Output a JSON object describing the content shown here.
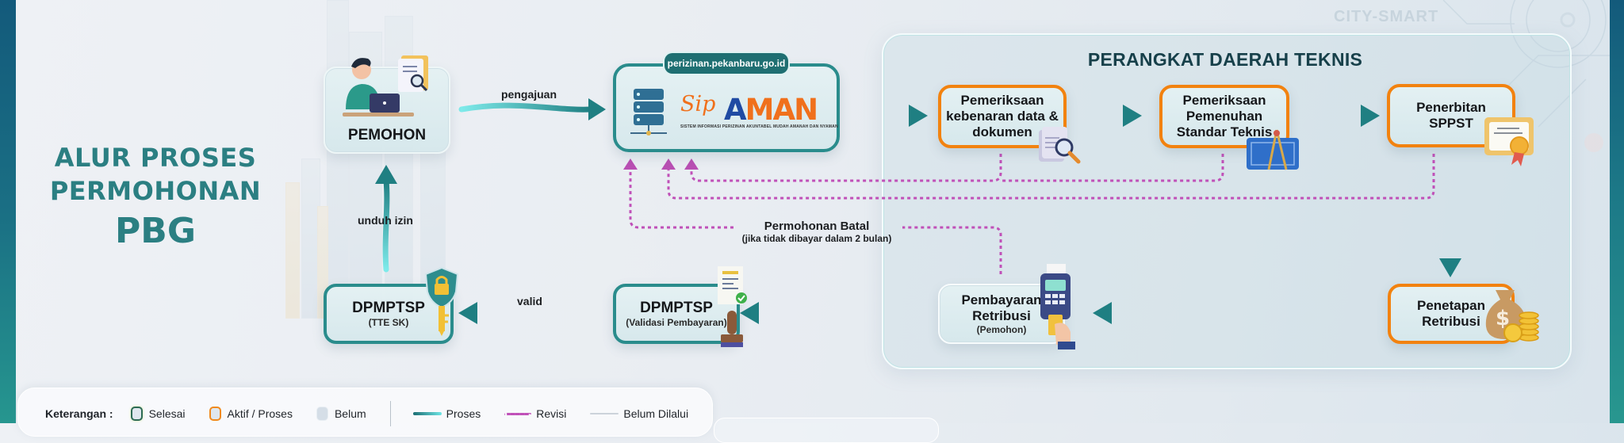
{
  "brand_watermark": "CITY-SMART",
  "title": {
    "line1": "ALUR PROSES",
    "line2": "PERMOHONAN",
    "line3": "PBG"
  },
  "system": {
    "url": "perizinan.pekanbaru.go.id",
    "logo_prefix": "Sip",
    "logo_a": "A",
    "logo_rest": "MAN",
    "logo_subtitle": "SISTEM INFORMASI PERIZINAN AKUNTABEL MUDAH AMANAH DAN NYAMAN"
  },
  "panel": {
    "title": "PERANGKAT DAERAH TEKNIS"
  },
  "nodes": {
    "pemohon": {
      "label": "PEMOHON",
      "status": "selesai"
    },
    "pemeriksaan_data": {
      "line1": "Pemeriksaan",
      "line2": "kebenaran data &",
      "line3": "dokumen",
      "status": "aktif"
    },
    "pemeriksaan_teknis": {
      "line1": "Pemeriksaan",
      "line2": "Pemenuhan",
      "line3": "Standar Teknis",
      "status": "aktif"
    },
    "penerbitan": {
      "line1": "Penerbitan",
      "line2": "SPPST",
      "status": "aktif"
    },
    "penetapan": {
      "line1": "Penetapan",
      "line2": "Retribusi",
      "status": "aktif"
    },
    "pembayaran": {
      "line1": "Pembayaran",
      "line2": "Retribusi",
      "sub": "(Pemohon)",
      "status": "belum"
    },
    "validasi": {
      "label": "DPMPTSP",
      "sub": "(Validasi Pembayaran)",
      "status": "selesai"
    },
    "tte": {
      "label": "DPMPTSP",
      "sub": "(TTE SK)",
      "status": "selesai"
    }
  },
  "edges": {
    "pengajuan": "pengajuan",
    "unduh_izin": "unduh izin",
    "valid": "valid",
    "batal_title": "Permohonan Batal",
    "batal_note": "(jika tidak dibayar dalam 2 bulan)"
  },
  "legend": {
    "title": "Keterangan :",
    "items": [
      {
        "label": "Selesai",
        "type": "box-done"
      },
      {
        "label": "Aktif / Proses",
        "type": "box-active"
      },
      {
        "label": "Belum",
        "type": "box-todo"
      },
      {
        "label": "Proses",
        "type": "line-proses"
      },
      {
        "label": "Revisi",
        "type": "line-revisi"
      },
      {
        "label": "Belum Dilalui",
        "type": "line-belum"
      }
    ]
  },
  "colors": {
    "teal": "#2a8c8c",
    "title_teal": "#2b7f82",
    "orange": "#f2820f",
    "revisi": "#c050b8",
    "arrow": "#1f7f82",
    "glow": "#6ee5e5"
  }
}
